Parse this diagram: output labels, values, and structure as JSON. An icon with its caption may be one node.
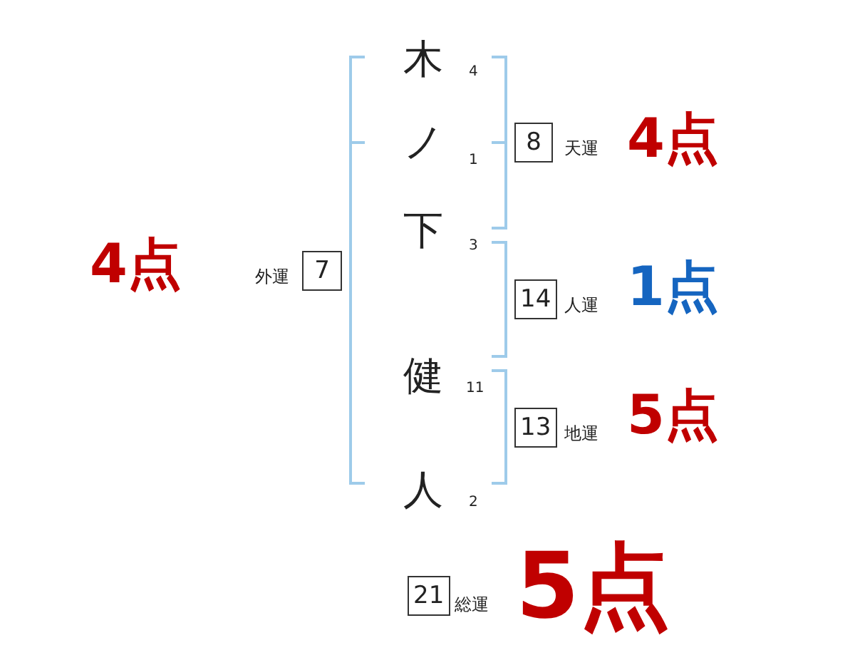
{
  "diagram": {
    "nodes": [
      {
        "text": [
          "8"
        ],
        "beside": [
          "天運",
          "4点"
        ]
      },
      {
        "text": [
          "7"
        ],
        "beside": [
          "外運",
          "4点"
        ]
      },
      {
        "text": [
          "14"
        ],
        "beside": [
          "人運",
          "1点"
        ]
      },
      {
        "text": [
          "13"
        ],
        "beside": [
          "地運",
          "5点"
        ]
      },
      {
        "text": [
          "21"
        ],
        "beside": [
          "総運",
          "5点"
        ]
      }
    ],
    "labels": [
      "木",
      "4",
      "ノ",
      "1",
      "下",
      "3",
      "健",
      "11",
      "人",
      "2"
    ]
  }
}
